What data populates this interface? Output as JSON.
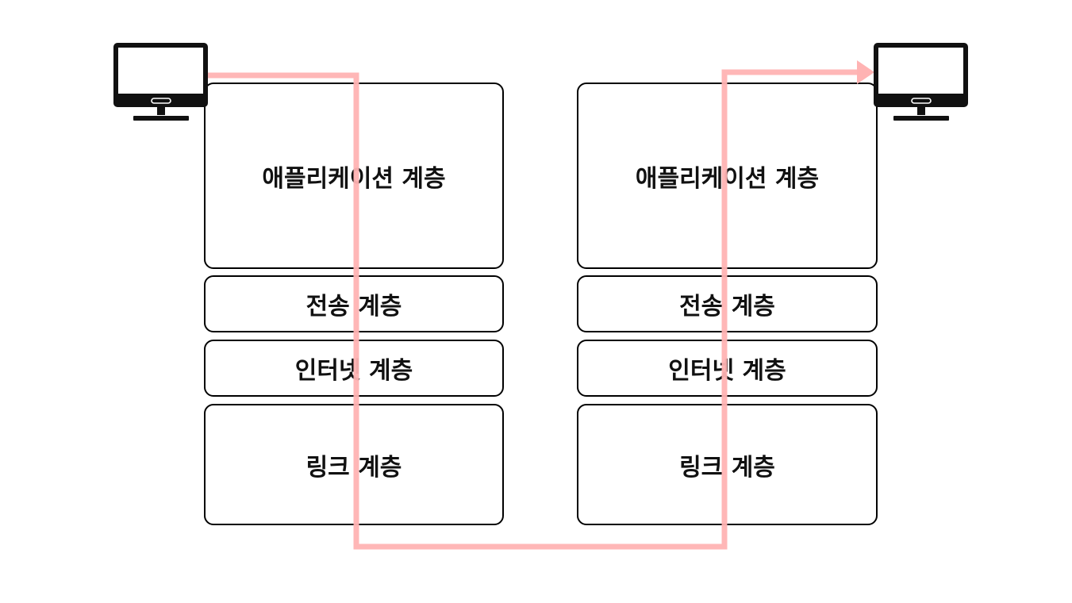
{
  "diagram": {
    "left_host": {
      "icon": "computer-monitor-icon",
      "layers": [
        {
          "id": "application",
          "label": "애플리케이션 계층"
        },
        {
          "id": "transport",
          "label": "전송 계층"
        },
        {
          "id": "internet",
          "label": "인터넷 계층"
        },
        {
          "id": "link",
          "label": "링크 계층"
        }
      ]
    },
    "right_host": {
      "icon": "computer-monitor-icon",
      "layers": [
        {
          "id": "application",
          "label": "애플리케이션 계층"
        },
        {
          "id": "transport",
          "label": "전송 계층"
        },
        {
          "id": "internet",
          "label": "인터넷 계층"
        },
        {
          "id": "link",
          "label": "링크 계층"
        }
      ]
    },
    "flow_path": {
      "color": "#ffb3b3",
      "direction": "left-host-down-across-up-to-right-host"
    },
    "colors": {
      "box_border": "#000000",
      "text": "#111111",
      "background": "#ffffff"
    }
  }
}
